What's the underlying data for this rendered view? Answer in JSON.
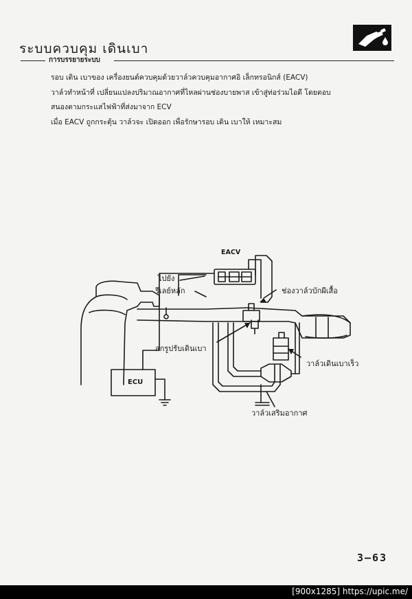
{
  "page": {
    "title": "ระบบควบคุม เดินเบา",
    "section_heading": "การบรรยายระบบ",
    "paragraph_lines": [
      "รอบ เดิน เบาของ เครื่องยนต์ควบคุมด้วยวาล์วควบคุมอากาศอิ เล็กทรอนิกส์ (EACV)",
      "วาล์วทำหน้าที่ เปลี่ยนแปลงปริมาณอากาศที่ไหลผ่านช่องบายพาส เข้าสู่ท่อร่วมไอดี   โดยตอบ",
      "สนองตามกระแสไฟฟ้าที่ส่งมาจาก ECV",
      "เมื่อ EACV ถูกกระตุ้น วาล์วจะ เปิดออก เพื่อรักษารอบ เดิน เบาให้ เหมาะสม"
    ],
    "page_number": "3–63"
  },
  "diagram": {
    "labels": {
      "eacv": "EACV",
      "ecu": "ECU",
      "fuse": "ไปยัง",
      "main_relay": "รีเลย์หลัก",
      "fast_idle_check": "ช่องวาล์วบักผีเสื้อ",
      "idle_adjust_screw": "สกรูปรับเดินเบา",
      "fast_idle_valve": "วาล์วเดินเบาเร็ว",
      "air_assist_valve": "วาล์วเสริมอากาศ"
    }
  },
  "footer": {
    "watermark": "[900x1285] https://upic.me/"
  }
}
